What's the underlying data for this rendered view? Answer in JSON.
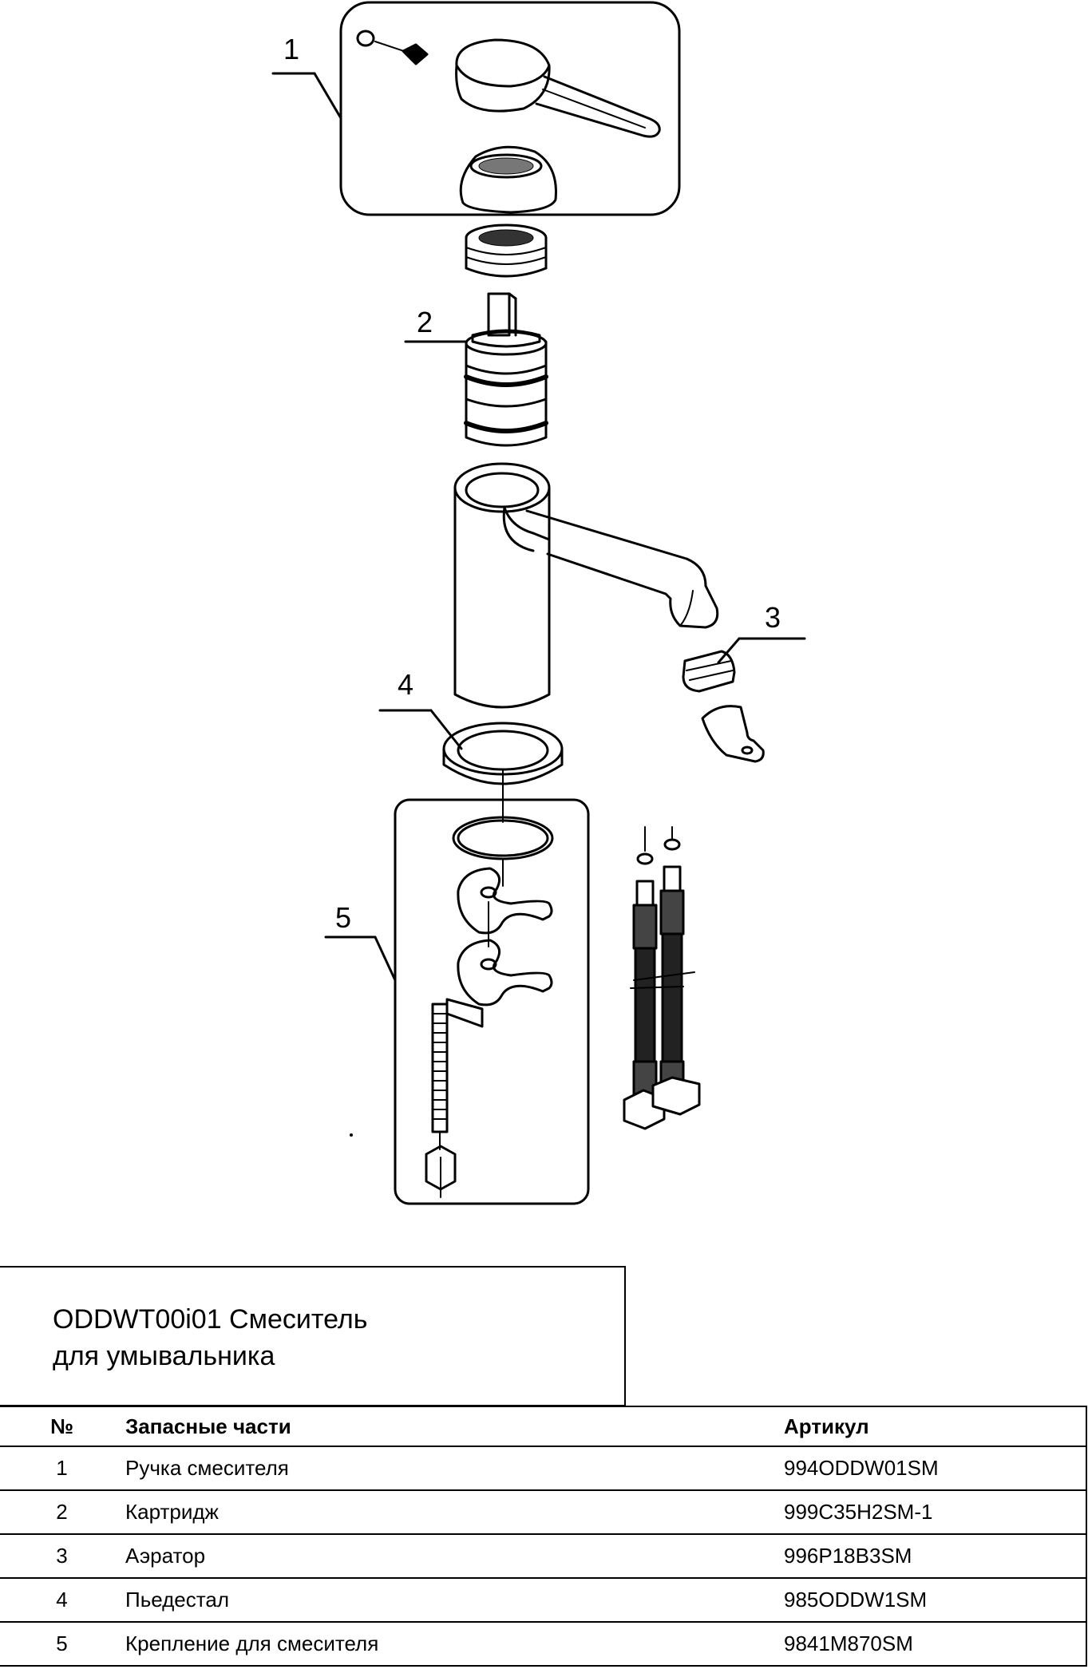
{
  "callouts": [
    "1",
    "2",
    "3",
    "4",
    "5"
  ],
  "title": {
    "line1": "ODDWT00i01 Смеситель",
    "line2": "для умывальника"
  },
  "table": {
    "headers": {
      "no": "№",
      "name": "Запасные части",
      "article": "Артикул"
    },
    "rows": [
      {
        "no": "1",
        "name": "Ручка смесителя",
        "article": "994ODDW01SM"
      },
      {
        "no": "2",
        "name": "Картридж",
        "article": "999C35H2SM-1"
      },
      {
        "no": "3",
        "name": "Аэратор",
        "article": "996P18B3SM"
      },
      {
        "no": "4",
        "name": "Пьедестал",
        "article": "985ODDW1SM"
      },
      {
        "no": "5",
        "name": "Крепление для смесителя",
        "article": "9841M870SM"
      }
    ]
  }
}
